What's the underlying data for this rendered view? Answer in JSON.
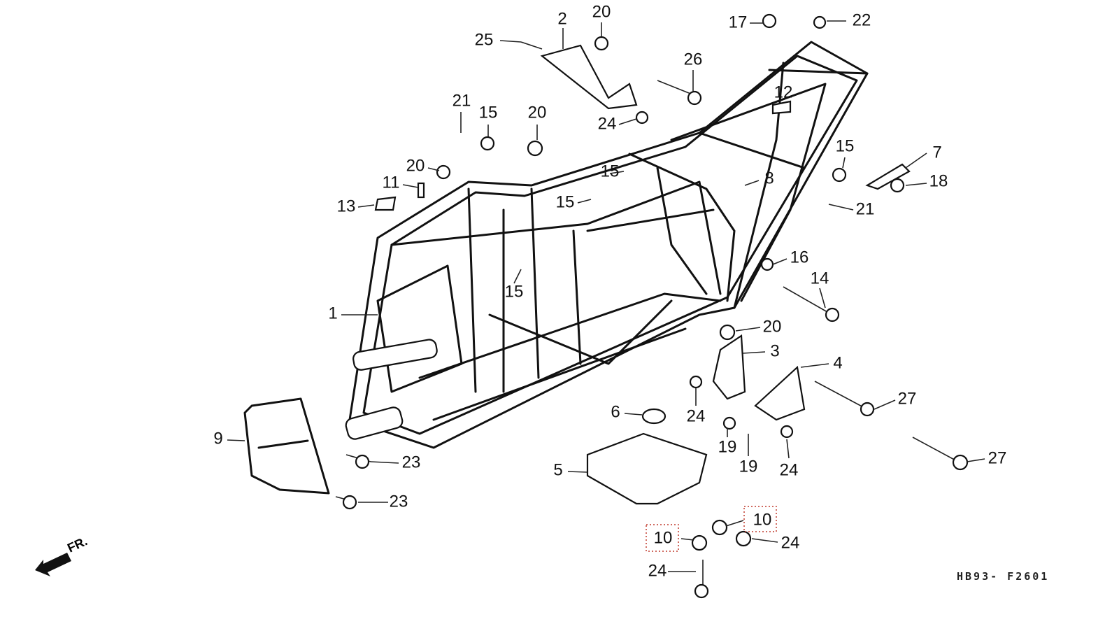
{
  "diagram": {
    "callouts": [
      "20",
      "2",
      "25",
      "17",
      "22",
      "26",
      "12",
      "21",
      "15",
      "20",
      "24",
      "15",
      "7",
      "20",
      "15",
      "8",
      "18",
      "11",
      "13",
      "15",
      "21",
      "16",
      "14",
      "15",
      "1",
      "20",
      "3",
      "4",
      "27",
      "6",
      "24",
      "9",
      "19",
      "27",
      "23",
      "19",
      "5",
      "24",
      "23",
      "10",
      "10",
      "24",
      "24"
    ],
    "highlighted_callout": "10",
    "highlight_color": "#c0392b",
    "direction_label": "FR.",
    "figure_code": "HB93- F2601"
  }
}
